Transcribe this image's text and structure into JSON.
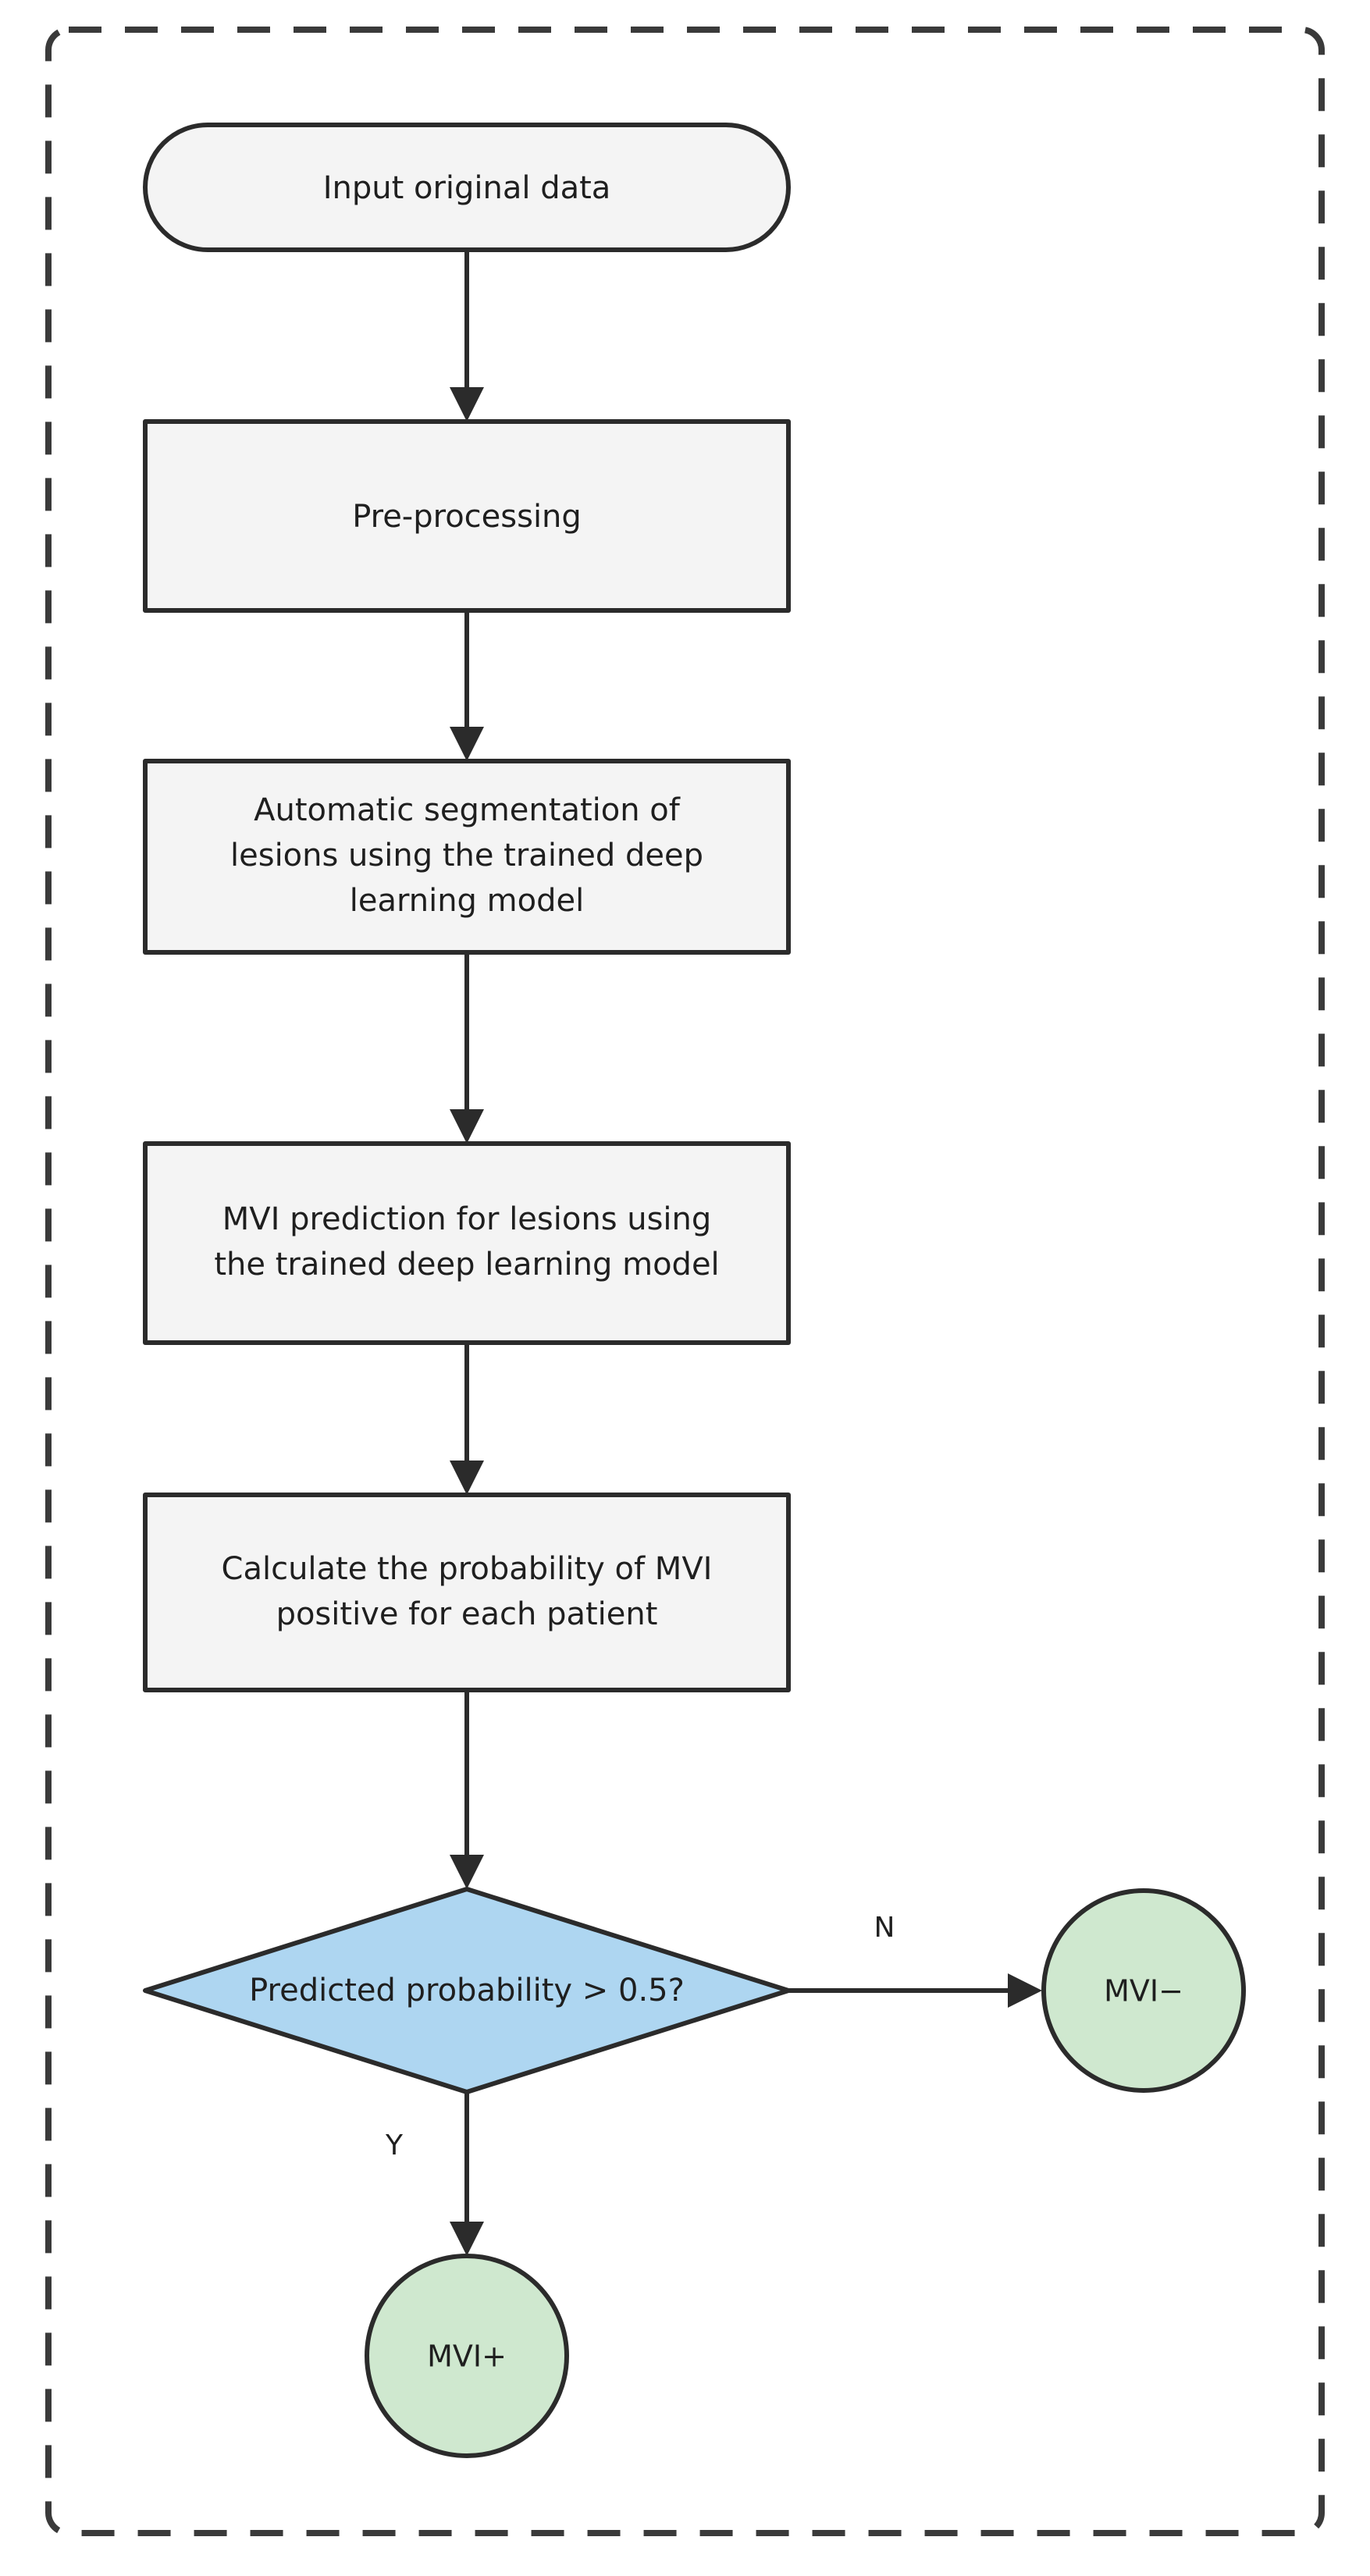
{
  "diagram": {
    "type": "flowchart",
    "orientation": "top-to-bottom",
    "container": {
      "style": "dashed-rounded-rectangle",
      "border_color": "#3a3a3a"
    },
    "colors": {
      "process_fill": "#f4f4f4",
      "decision_fill": "#aed6f1",
      "terminal_fill": "#cfe8cf",
      "stroke": "#2b2b2b",
      "text": "#1f1f1f"
    },
    "nodes": [
      {
        "id": "input",
        "shape": "stadium",
        "label": "Input original data"
      },
      {
        "id": "preprocess",
        "shape": "rectangle",
        "label": "Pre-processing"
      },
      {
        "id": "segmentation",
        "shape": "rectangle",
        "label_line1": "Automatic segmentation of",
        "label_line2": "lesions using the trained deep",
        "label_line3": "learning model"
      },
      {
        "id": "prediction",
        "shape": "rectangle",
        "label_line1": "MVI prediction for lesions using",
        "label_line2": "the trained deep learning model"
      },
      {
        "id": "probability",
        "shape": "rectangle",
        "label_line1": "Calculate the probability of MVI",
        "label_line2": "positive for each patient"
      },
      {
        "id": "decision",
        "shape": "diamond",
        "label": "Predicted probability > 0.5?"
      },
      {
        "id": "mvi-negative",
        "shape": "circle",
        "label": "MVI−"
      },
      {
        "id": "mvi-positive",
        "shape": "circle",
        "label": "MVI+"
      }
    ],
    "edges": [
      {
        "from": "input",
        "to": "preprocess",
        "label": ""
      },
      {
        "from": "preprocess",
        "to": "segmentation",
        "label": ""
      },
      {
        "from": "segmentation",
        "to": "prediction",
        "label": ""
      },
      {
        "from": "prediction",
        "to": "probability",
        "label": ""
      },
      {
        "from": "probability",
        "to": "decision",
        "label": ""
      },
      {
        "from": "decision",
        "to": "mvi-negative",
        "label": "N"
      },
      {
        "from": "decision",
        "to": "mvi-positive",
        "label": "Y"
      }
    ],
    "edge_labels": {
      "no": "N",
      "yes": "Y"
    }
  }
}
